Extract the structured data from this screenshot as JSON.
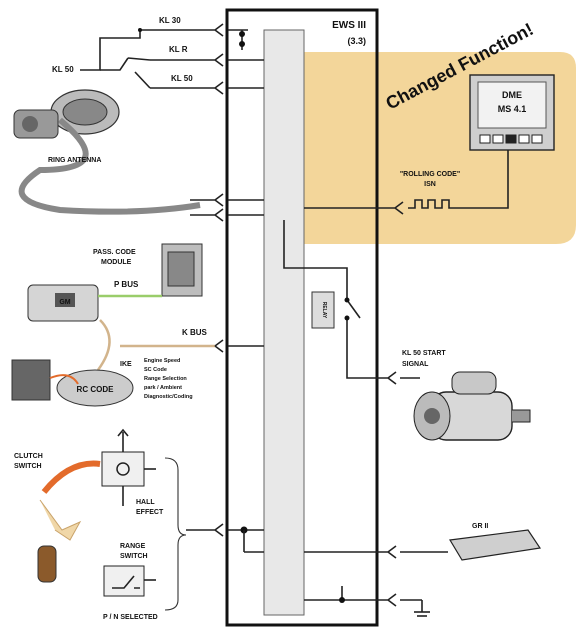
{
  "diagram": {
    "module_name": "EWS III",
    "module_version": "(3.3)",
    "terminals": {
      "kl30": "KL 30",
      "klr": "KL R",
      "kl50": "KL 50",
      "kl50_left": "KL 50"
    },
    "changed_function": "Changed Function!",
    "dme": {
      "name": "DME",
      "version": "MS 4.1"
    },
    "rolling_code": {
      "line1": "\"ROLLING CODE\"",
      "line2": "ISN"
    },
    "ring_antenna": "RING ANTENNA",
    "pass_code_module": {
      "line1": "PASS. CODE",
      "line2": "MODULE",
      "pbus": "P BUS"
    },
    "gm_label": "GM",
    "kbus": "K BUS",
    "ike": "IKE",
    "rc_code": "RC CODE",
    "ike_functions": [
      "Engine Speed",
      "SC Code",
      "Range Selection",
      "park / Ambient",
      "Diagnostic/Coding"
    ],
    "kl50_start": {
      "line1": "KL 50 START",
      "line2": "SIGNAL"
    },
    "clutch_switch": {
      "line1": "CLUTCH",
      "line2": "SWITCH"
    },
    "hall_effect": {
      "line1": "HALL",
      "line2": "EFFECT"
    },
    "range_switch": {
      "line1": "RANGE",
      "line2": "SWITCH"
    },
    "pn_selected": "P / N SELECTED",
    "gr": "GR II",
    "relay_label": "RELAY",
    "colors": {
      "highlight": "#f3d69a",
      "background": "#ffffff",
      "line": "#222222",
      "kbus_wire": "#d2b48c",
      "pbus_wire": "#9acd6a",
      "accent_orange": "#e36b2b"
    }
  }
}
